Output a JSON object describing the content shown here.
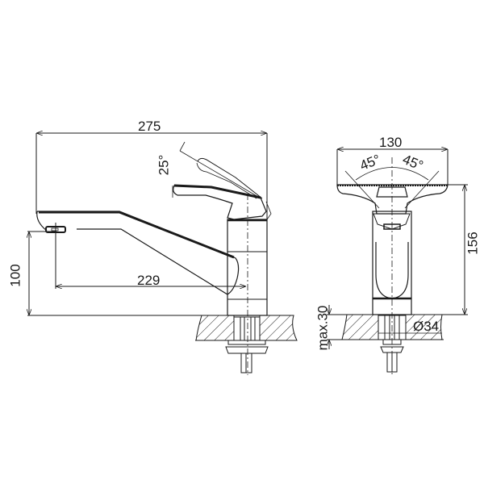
{
  "drawing": {
    "title": "Faucet technical drawing",
    "colors": {
      "line": "#1a1a1a",
      "background": "#ffffff"
    },
    "side_view": {
      "overall_length": "275",
      "handle_angle": "25°",
      "spout_reach": "229",
      "spout_height": "100"
    },
    "front_view": {
      "width": "130",
      "left_angle": "45°",
      "right_angle": "45°",
      "height": "156",
      "deck_thickness": "max.30",
      "hole_diameter": "Ø34"
    }
  }
}
